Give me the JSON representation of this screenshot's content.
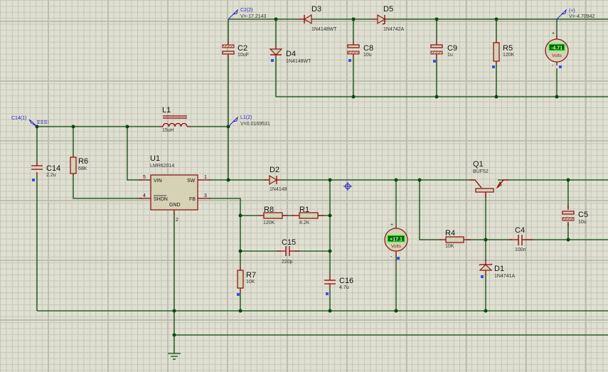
{
  "app": "Proteus ISIS schematic capture",
  "components": {
    "C2": {
      "ref": "C2",
      "value": "10uF"
    },
    "C8": {
      "ref": "C8",
      "value": "10u"
    },
    "C9": {
      "ref": "C9",
      "value": "1u"
    },
    "C14": {
      "ref": "C14",
      "value": "2.2u"
    },
    "C15": {
      "ref": "C15",
      "value": "220p"
    },
    "C16": {
      "ref": "C16",
      "value": "4.7u"
    },
    "C4": {
      "ref": "C4",
      "value": "100n"
    },
    "C5": {
      "ref": "C5",
      "value": "10u"
    },
    "D2": {
      "ref": "D2",
      "value": "1N4148"
    },
    "D3": {
      "ref": "D3",
      "value": "1N4148WT"
    },
    "D4": {
      "ref": "D4",
      "value": "1N4148WT"
    },
    "D5": {
      "ref": "D5",
      "value": "1N4742A"
    },
    "D1": {
      "ref": "D1",
      "value": "1N4741A"
    },
    "R1": {
      "ref": "R1",
      "value": "8.2K"
    },
    "R4": {
      "ref": "R4",
      "value": "10K"
    },
    "R5": {
      "ref": "R5",
      "value": "120K"
    },
    "R6": {
      "ref": "R6",
      "value": "68K"
    },
    "R7": {
      "ref": "R7",
      "value": "10K"
    },
    "R8": {
      "ref": "R8",
      "value": "120K"
    },
    "L1": {
      "ref": "L1",
      "value": "15uH"
    },
    "Q1": {
      "ref": "Q1",
      "value": "BUF52"
    },
    "U1": {
      "ref": "U1",
      "value": "LMR62014",
      "pins": {
        "vin": "VIN",
        "sw": "SW",
        "shdn": "SHDN",
        "fb": "FB",
        "gnd": "GND",
        "p1": "1",
        "p2": "2",
        "p3": "3",
        "p4": "4",
        "p5": "5"
      }
    }
  },
  "probes": {
    "c2": {
      "name": "C2(2)",
      "value": "V=-17.2143"
    },
    "l1": {
      "name": "L1(2)",
      "value": "V=0.0169531"
    },
    "plus": {
      "name": "(+)",
      "value": "V=-4.70942"
    },
    "c14": {
      "name": "C14(1)"
    }
  },
  "voltmeters": {
    "top": {
      "reading": "-4.71",
      "unit": "Volts",
      "plus": "+",
      "minus": "-"
    },
    "mid": {
      "reading": "+17.1",
      "unit": "Volts",
      "plus": "+",
      "minus": "-"
    }
  }
}
